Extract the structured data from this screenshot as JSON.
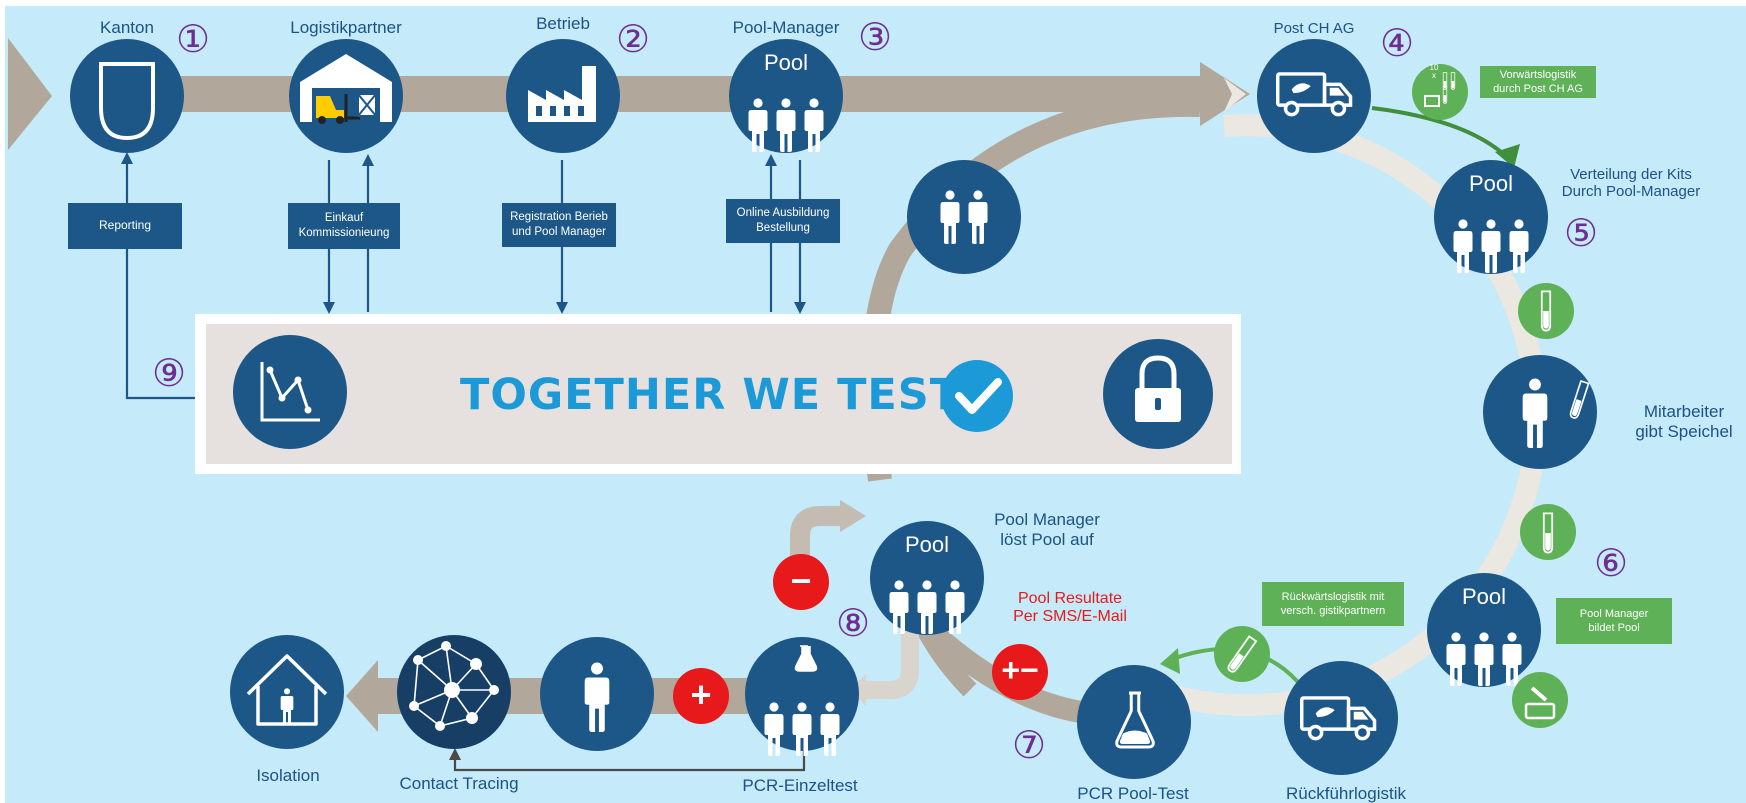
{
  "banner": {
    "title": "TOGETHER WE TEST"
  },
  "stations": {
    "kanton": "Kanton",
    "logistikpartner": "Logistikpartner",
    "betrieb": "Betrieb",
    "pool_manager": "Pool-Manager",
    "post": "Post CH AG",
    "verteilung": "Verteilung der Kits\nDurch Pool-Manager",
    "mitarbeiter": "Mitarbeiter\ngibt Speichel",
    "rueckfuehr": "Rückführlogistik",
    "pcr_pool": "PCR Pool-Test",
    "pool_aufloesen": "Pool Manager\nlöst Pool auf",
    "pcr_einzel": "PCR-Einzeltest",
    "contact_tracing": "Contact  Tracing",
    "isolation": "Isolation"
  },
  "results_label": "Pool Resultate\nPer SMS/E-Mail",
  "pool_word": "Pool",
  "boxes": {
    "reporting": "Reporting",
    "einkauf": "Einkauf\nKommissionieung",
    "registration": "Registration Berieb\nund Pool Manager",
    "ausbildung": "Online Ausbildung\nBestellung",
    "vorwaerts": "Vorwärtslogistik\ndurch Post CH AG",
    "rueckwaerts": "Rückwärtslogistik mit\nversch. gistikpartnern",
    "bildet_pool": "Pool Manager\nbildet Pool"
  },
  "steps": [
    "①",
    "②",
    "③",
    "④",
    "⑤",
    "⑥",
    "⑦",
    "⑧",
    "⑨"
  ],
  "signs": {
    "minus": "−",
    "plus": "+",
    "plus_minus": "+−"
  },
  "kit_mark": "10\nx",
  "colors": {
    "background": "#c5eaf9",
    "circle": "#1c5788",
    "arrow": "#b1a79a",
    "loop": "#ebe7e1",
    "green": "#5fb157",
    "red": "#e8191b",
    "number": "#6f2d91",
    "banner_text": "#1b9ad7"
  },
  "icons": [
    "shield-icon",
    "warehouse-forklift-icon",
    "factory-icon",
    "pool-group-icon",
    "delivery-truck-icon",
    "group-of-two-icon",
    "lock-icon",
    "chart-icon",
    "check-badge-icon",
    "person-icon",
    "person-with-tube-icon",
    "flask-icon",
    "network-icon",
    "house-icon",
    "test-tube-icon",
    "test-kit-icon"
  ]
}
